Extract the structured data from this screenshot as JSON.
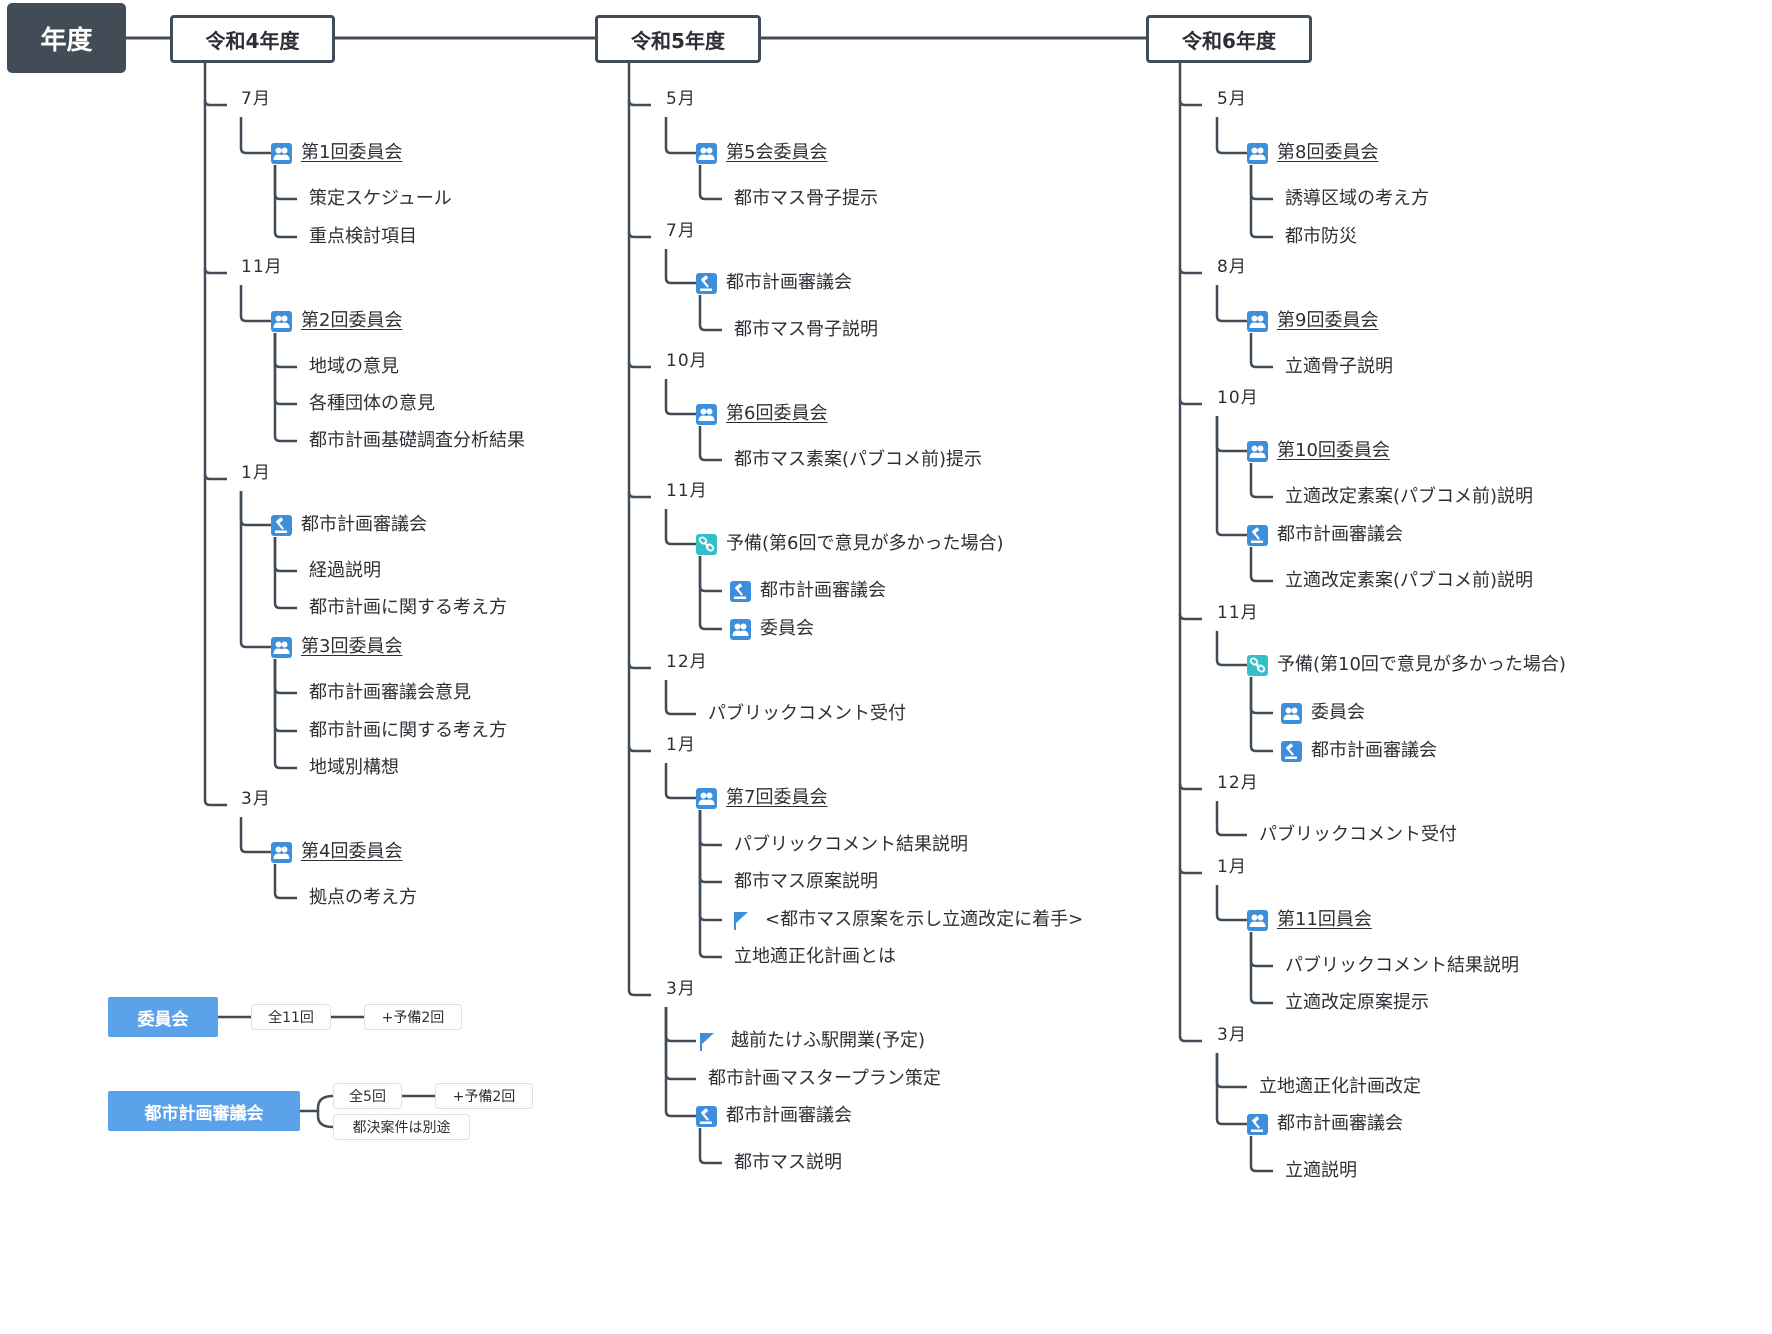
{
  "root": {
    "label": "年度"
  },
  "years": [
    {
      "label": "令和4年度",
      "items": [
        {
          "kind": "month",
          "text": "7月",
          "children": [
            {
              "kind": "link",
              "icon": "committee-icon",
              "text": "第1回委員会",
              "children": [
                {
                  "kind": "text",
                  "text": "策定スケジュール"
                },
                {
                  "kind": "text",
                  "text": "重点検討項目"
                }
              ]
            }
          ]
        },
        {
          "kind": "month",
          "text": "11月",
          "children": [
            {
              "kind": "link",
              "icon": "committee-icon",
              "text": "第2回委員会",
              "children": [
                {
                  "kind": "text",
                  "text": "地域の意見"
                },
                {
                  "kind": "text",
                  "text": "各種団体の意見"
                },
                {
                  "kind": "text",
                  "text": "都市計画基礎調査分析結果"
                }
              ]
            }
          ]
        },
        {
          "kind": "month",
          "text": "1月",
          "children": [
            {
              "kind": "text",
              "icon": "council-icon",
              "text": "都市計画審議会",
              "children": [
                {
                  "kind": "text",
                  "text": "経過説明"
                },
                {
                  "kind": "text",
                  "text": "都市計画に関する考え方"
                }
              ]
            },
            {
              "kind": "link",
              "icon": "committee-icon",
              "text": "第3回委員会",
              "children": [
                {
                  "kind": "text",
                  "text": "都市計画審議会意見"
                },
                {
                  "kind": "text",
                  "text": "都市計画に関する考え方"
                },
                {
                  "kind": "text",
                  "text": "地域別構想"
                }
              ]
            }
          ]
        },
        {
          "kind": "month",
          "text": "3月",
          "children": [
            {
              "kind": "link",
              "icon": "committee-icon",
              "text": "第4回委員会",
              "children": [
                {
                  "kind": "text",
                  "text": "拠点の考え方"
                }
              ]
            }
          ]
        }
      ]
    },
    {
      "label": "令和5年度",
      "items": [
        {
          "kind": "month",
          "text": "5月",
          "children": [
            {
              "kind": "link",
              "icon": "committee-icon",
              "text": "第5会委員会",
              "children": [
                {
                  "kind": "text",
                  "text": "都市マス骨子提示"
                }
              ]
            }
          ]
        },
        {
          "kind": "month",
          "text": "7月",
          "children": [
            {
              "kind": "text",
              "icon": "council-icon",
              "text": "都市計画審議会",
              "children": [
                {
                  "kind": "text",
                  "text": "都市マス骨子説明"
                }
              ]
            }
          ]
        },
        {
          "kind": "month",
          "text": "10月",
          "children": [
            {
              "kind": "link",
              "icon": "committee-icon",
              "text": "第6回委員会",
              "children": [
                {
                  "kind": "text",
                  "text": "都市マス素案(パブコメ前)提示"
                }
              ]
            }
          ]
        },
        {
          "kind": "month",
          "text": "11月",
          "children": [
            {
              "kind": "text",
              "icon": "link-chain-icon",
              "text": "予備(第6回で意見が多かった場合)",
              "children": [
                {
                  "kind": "text",
                  "icon": "council-icon",
                  "text": "都市計画審議会"
                },
                {
                  "kind": "text",
                  "icon": "committee-icon",
                  "text": "委員会"
                }
              ]
            }
          ]
        },
        {
          "kind": "month",
          "text": "12月",
          "children": [
            {
              "kind": "text",
              "text": "パブリックコメント受付"
            }
          ]
        },
        {
          "kind": "month",
          "text": "1月",
          "children": [
            {
              "kind": "link",
              "icon": "committee-icon",
              "text": "第7回委員会",
              "children": [
                {
                  "kind": "text",
                  "text": "パブリックコメント結果説明"
                },
                {
                  "kind": "text",
                  "text": "都市マス原案説明"
                },
                {
                  "kind": "text",
                  "icon": "flag-icon",
                  "text": "<都市マス原案を示し立適改定に着手>"
                },
                {
                  "kind": "text",
                  "text": "立地適正化計画とは"
                }
              ]
            }
          ]
        },
        {
          "kind": "month",
          "text": "3月",
          "children": [
            {
              "kind": "text",
              "icon": "flag-icon",
              "text": "越前たけふ駅開業(予定)"
            },
            {
              "kind": "text",
              "text": "都市計画マスタープラン策定"
            },
            {
              "kind": "text",
              "icon": "council-icon",
              "text": "都市計画審議会",
              "children": [
                {
                  "kind": "text",
                  "text": "都市マス説明"
                }
              ]
            }
          ]
        }
      ]
    },
    {
      "label": "令和6年度",
      "items": [
        {
          "kind": "month",
          "text": "5月",
          "children": [
            {
              "kind": "link",
              "icon": "committee-icon",
              "text": "第8回委員会",
              "children": [
                {
                  "kind": "text",
                  "text": "誘導区域の考え方"
                },
                {
                  "kind": "text",
                  "text": "都市防災"
                }
              ]
            }
          ]
        },
        {
          "kind": "month",
          "text": "8月",
          "children": [
            {
              "kind": "link",
              "icon": "committee-icon",
              "text": "第9回委員会",
              "children": [
                {
                  "kind": "text",
                  "text": "立適骨子説明"
                }
              ]
            }
          ]
        },
        {
          "kind": "month",
          "text": "10月",
          "children": [
            {
              "kind": "link",
              "icon": "committee-icon",
              "text": "第10回委員会",
              "children": [
                {
                  "kind": "text",
                  "text": "立適改定素案(パブコメ前)説明"
                }
              ]
            },
            {
              "kind": "text",
              "icon": "council-icon",
              "text": "都市計画審議会",
              "children": [
                {
                  "kind": "text",
                  "text": "立適改定素案(パブコメ前)説明"
                }
              ]
            }
          ]
        },
        {
          "kind": "month",
          "text": "11月",
          "children": [
            {
              "kind": "text",
              "icon": "link-chain-icon",
              "text": "予備(第10回で意見が多かった場合)",
              "children": [
                {
                  "kind": "text",
                  "icon": "committee-icon",
                  "text": "委員会"
                },
                {
                  "kind": "text",
                  "icon": "council-icon",
                  "text": "都市計画審議会"
                }
              ]
            }
          ]
        },
        {
          "kind": "month",
          "text": "12月",
          "children": [
            {
              "kind": "text",
              "text": "パブリックコメント受付"
            }
          ]
        },
        {
          "kind": "month",
          "text": "1月",
          "children": [
            {
              "kind": "link",
              "icon": "committee-icon",
              "text": "第11回員会",
              "children": [
                {
                  "kind": "text",
                  "text": "パブリックコメント結果説明"
                },
                {
                  "kind": "text",
                  "text": "立適改定原案提示"
                }
              ]
            }
          ]
        },
        {
          "kind": "month",
          "text": "3月",
          "children": [
            {
              "kind": "text",
              "text": "立地適正化計画改定"
            },
            {
              "kind": "text",
              "icon": "council-icon",
              "text": "都市計画審議会",
              "children": [
                {
                  "kind": "text",
                  "text": "立適説明"
                }
              ]
            }
          ]
        }
      ]
    }
  ],
  "legend": {
    "committee": {
      "label": "委員会",
      "total": "全11回",
      "reserve": "+予備2回"
    },
    "council": {
      "label": "都市計画審議会",
      "total": "全5回",
      "reserve": "+予備2回",
      "note": "都決案件は別途"
    }
  },
  "colors": {
    "line": "#414c57",
    "dark_box": "#414c57",
    "legend_blue": "#5ba2ea",
    "icon_blue": "#3d8fdb",
    "icon_teal": "#35c0c9"
  }
}
